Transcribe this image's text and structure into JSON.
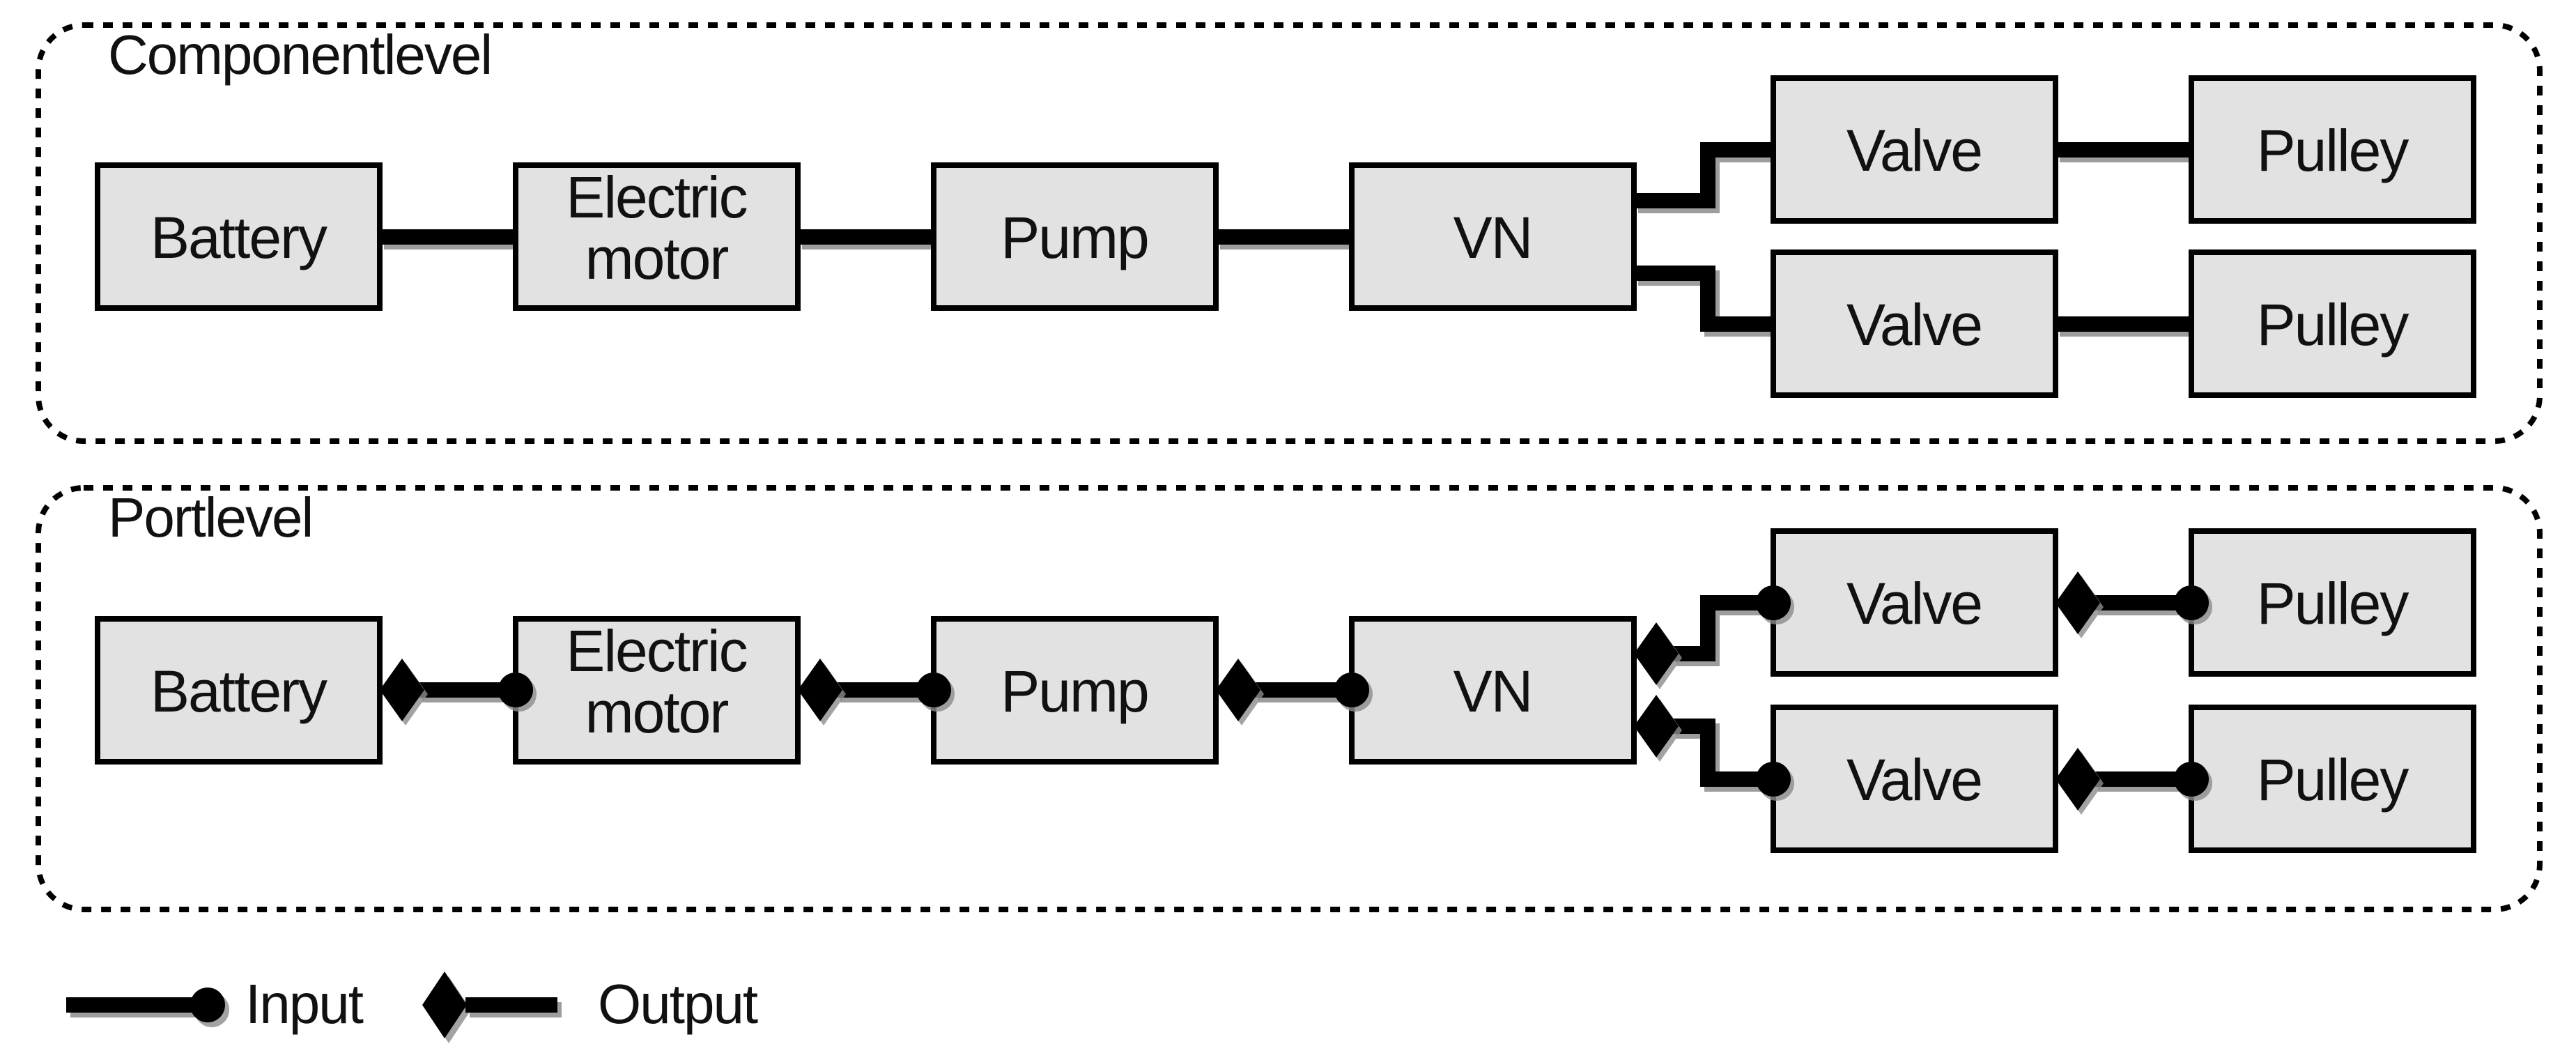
{
  "figure": {
    "background_color": "#ffffff",
    "node_fill_color": "#e2e2e2",
    "line_color": "#000000",
    "shadow_color": "#8c8c8c",
    "component_level": {
      "title": "Componentlevel",
      "nodes": {
        "battery": "Battery",
        "electric_motor_line1": "Electric",
        "electric_motor_line2": "motor",
        "pump": "Pump",
        "vn": "VN",
        "valve_top": "Valve",
        "pulley_top": "Pulley",
        "valve_bottom": "Valve",
        "pulley_bottom": "Pulley"
      }
    },
    "port_level": {
      "title": "Portlevel",
      "nodes": {
        "battery": "Battery",
        "electric_motor_line1": "Electric",
        "electric_motor_line2": "motor",
        "pump": "Pump",
        "vn": "VN",
        "valve_top": "Valve",
        "pulley_top": "Pulley",
        "valve_bottom": "Valve",
        "pulley_bottom": "Pulley"
      }
    },
    "legend": {
      "input_label": "Input",
      "output_label": "Output"
    }
  }
}
